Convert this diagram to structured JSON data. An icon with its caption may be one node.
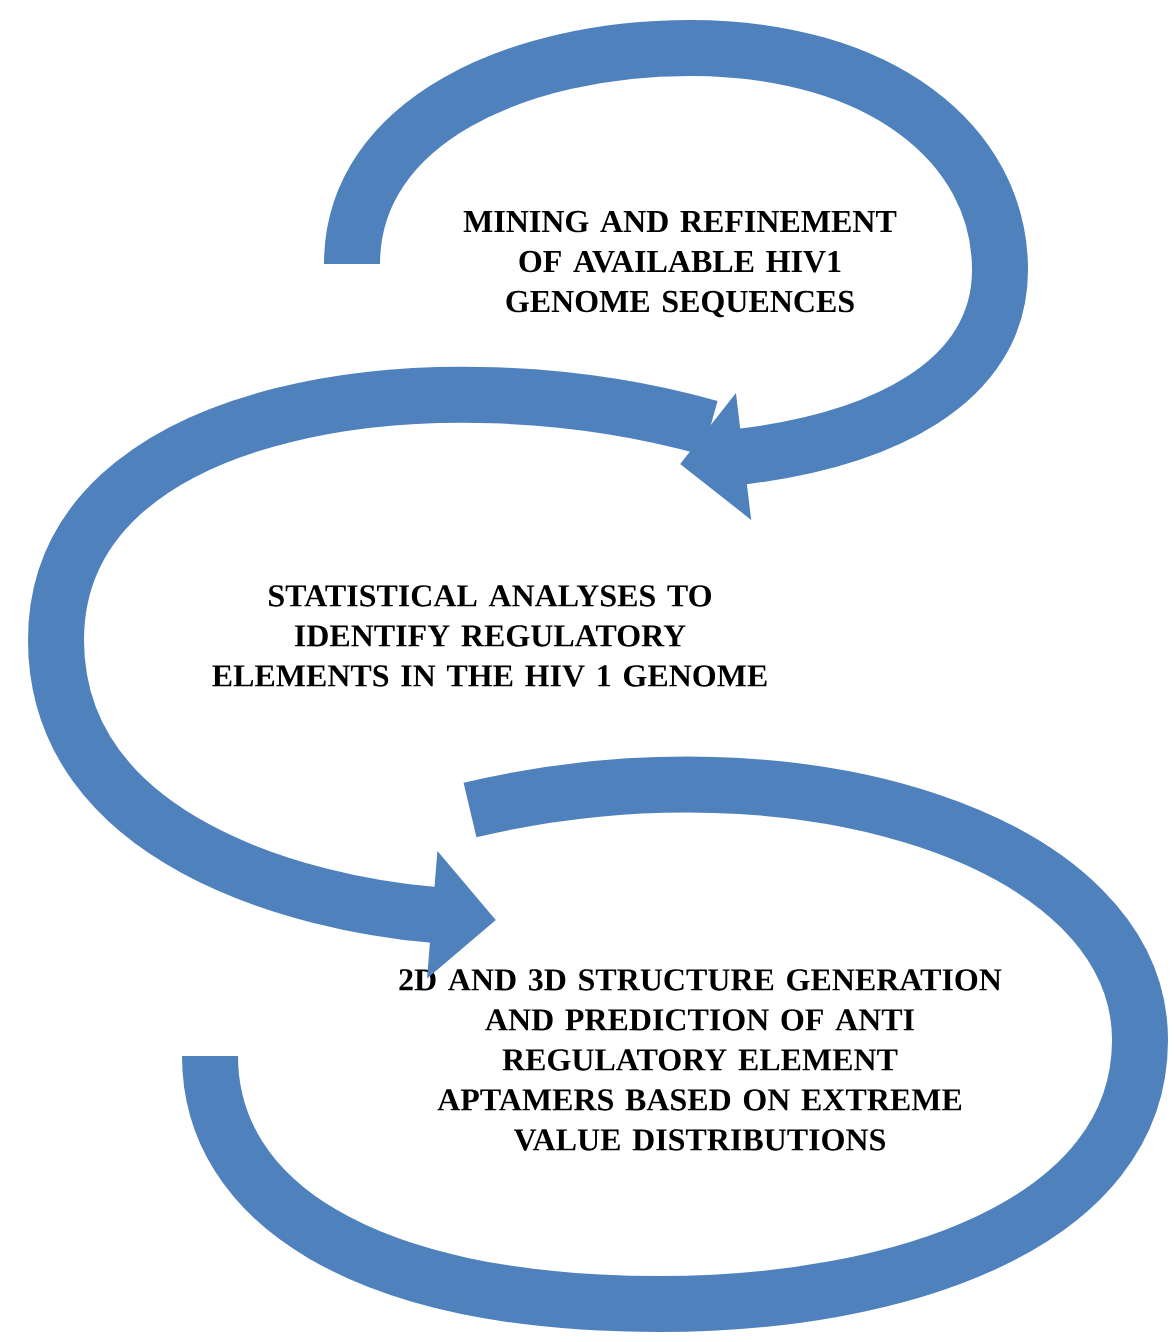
{
  "diagram": {
    "nodes": [
      {
        "text": [
          "MINING AND REFINEMENT OF AVAILABLE HIV1 GENOME SEQUENCES"
        ]
      },
      {
        "text": [
          "STATISTICAL ANALYSES TO IDENTIFY REGULATORY ELEMENTS IN THE HIV 1 GENOME"
        ]
      },
      {
        "text": [
          "2D AND 3D STRUCTURE GENERATION AND PREDICTION OF ANTI REGULATORY ELEMENT APTAMERS BASED ON EXTREME VALUE DISTRIBUTIONS"
        ]
      }
    ],
    "edges": [
      {
        "from": null,
        "to": 1,
        "arrow": "to"
      },
      {
        "from": null,
        "to": 2,
        "arrow": "to"
      }
    ]
  }
}
